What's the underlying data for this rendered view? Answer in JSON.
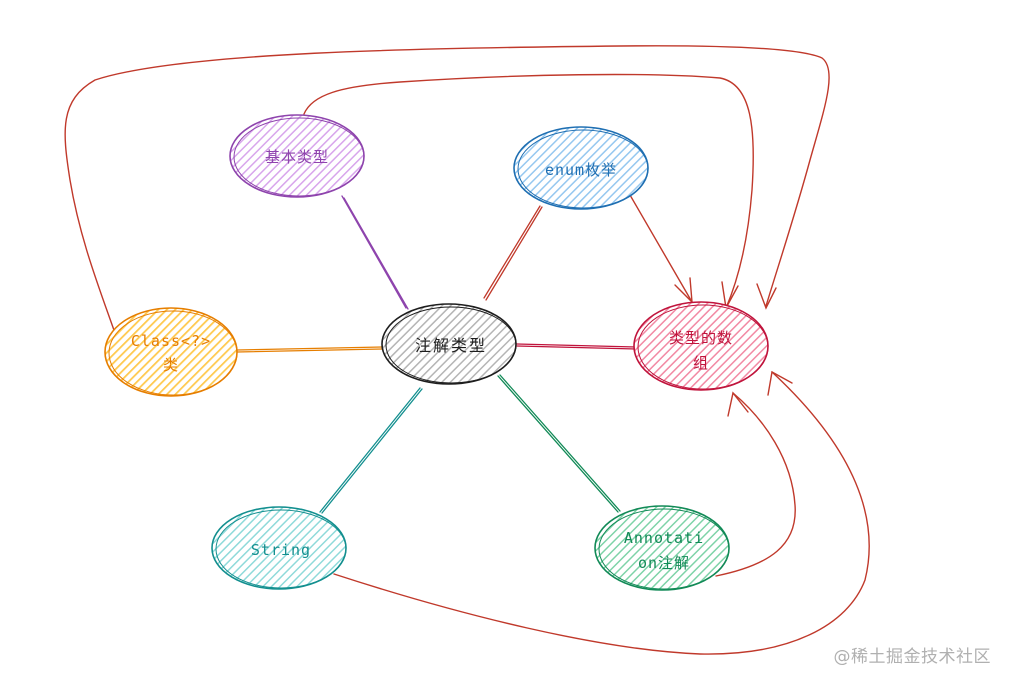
{
  "diagram": {
    "center": {
      "label": "注解类型",
      "stroke": "#1e1e1e",
      "fill": "#bdbdbd"
    },
    "nodes": {
      "primitive": {
        "label": "基本类型",
        "stroke": "#8e44ad",
        "fill": "#cf9be6"
      },
      "enum": {
        "label": "enum枚举",
        "stroke": "#1f6fb2",
        "fill": "#8ec3ef"
      },
      "class": {
        "label_line1": "Class<?>",
        "label_line2": "类",
        "stroke": "#e67e00",
        "fill": "#ffc94d"
      },
      "array": {
        "label_line1": "类型的数",
        "label_line2": "组",
        "stroke": "#c0143c",
        "fill": "#f06a8c"
      },
      "string": {
        "label": "String",
        "stroke": "#138f8f",
        "fill": "#7fd6d6"
      },
      "annotation": {
        "label_line1": "Annotati",
        "label_line2": "on注解",
        "stroke": "#128a57",
        "fill": "#66cc99"
      }
    },
    "arrow_color": "#c0392b"
  },
  "watermark": "@稀土掘金技术社区"
}
